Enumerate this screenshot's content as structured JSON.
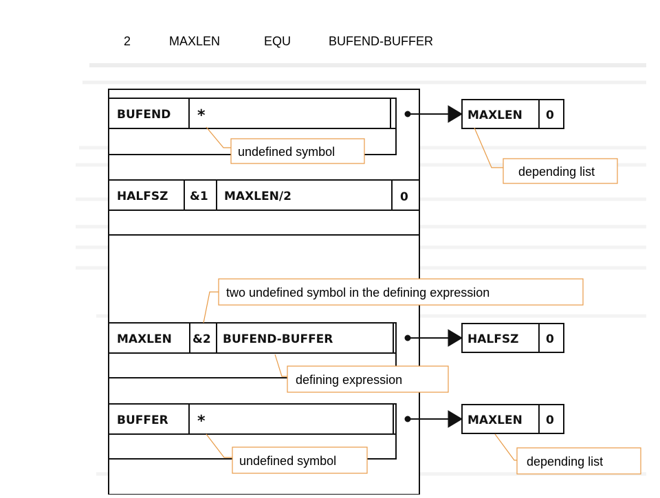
{
  "statement": {
    "number": "2",
    "label": "MAXLEN",
    "op": "EQU",
    "expression": "BUFEND-BUFFER"
  },
  "table": {
    "rows": [
      {
        "symbol": "BUFEND",
        "flag": "*",
        "value": ""
      },
      {
        "symbol": "HALFSZ",
        "flag": "&1",
        "value": "MAXLEN/2"
      },
      {
        "symbol": "MAXLEN",
        "flag": "&2",
        "value": "BUFEND-BUFFER"
      },
      {
        "symbol": "BUFFER",
        "flag": "*",
        "value": ""
      }
    ]
  },
  "lists": [
    {
      "symbol": "MAXLEN",
      "link": "0"
    },
    {
      "symbol": "0"
    },
    {
      "symbol": "HALFSZ",
      "link": "0"
    },
    {
      "symbol": "MAXLEN",
      "link": "0"
    }
  ],
  "annotations": {
    "undefined_symbol_1": "undefined symbol",
    "depending_list_1": "depending list",
    "two_undefined": "two undefined symbol in the defining expression",
    "defining_expression": "defining expression",
    "undefined_symbol_2": "undefined symbol",
    "depending_list_2": "depending list"
  },
  "colors": {
    "callout_border": "#e89a45",
    "ink": "#111111"
  }
}
